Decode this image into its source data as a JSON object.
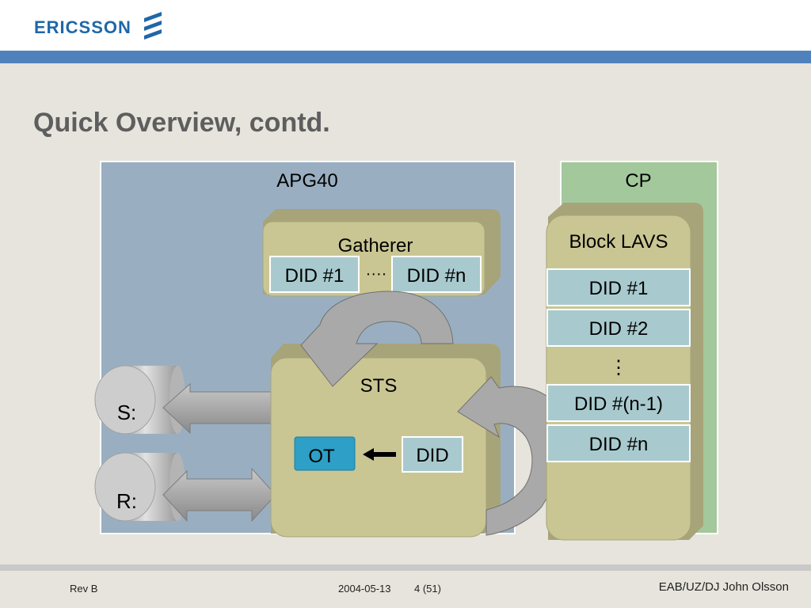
{
  "header": {
    "logo_text": "ERICSSON"
  },
  "slide": {
    "title": "Quick Overview, contd."
  },
  "diagram": {
    "apg_label": "APG40",
    "cp_label": "CP",
    "gatherer": {
      "label": "Gatherer",
      "did_first": "DID #1",
      "ellipsis": "····",
      "did_last": "DID #n"
    },
    "sts": {
      "label": "STS",
      "ot": "OT",
      "did": "DID"
    },
    "cylinders": {
      "s": "S:",
      "r": "R:"
    },
    "block_lavs": {
      "label": "Block LAVS",
      "rows": [
        "DID #1",
        "DID #2",
        "⋮",
        "DID #(n-1)",
        "DID #n"
      ]
    }
  },
  "footer": {
    "rev": "Rev B",
    "date": "2004-05-13",
    "page": "4 (51)",
    "author": "EAB/UZ/DJ John Olsson"
  },
  "colors": {
    "accent": "#4f82bd",
    "apg_bg": "#99afc1",
    "cp_bg": "#a3c89b",
    "box": "#c7c493",
    "did": "#a8cace",
    "ot": "#2e9fc6"
  }
}
